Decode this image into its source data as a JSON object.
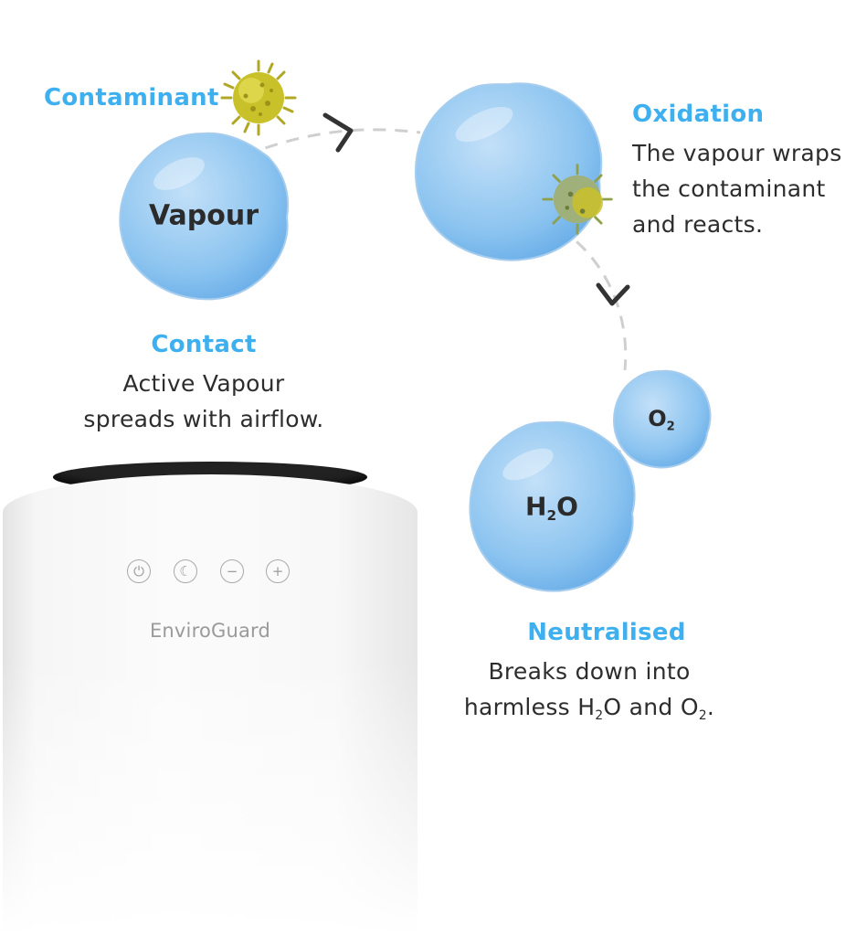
{
  "steps": {
    "contaminant": {
      "heading": "Contaminant"
    },
    "contact": {
      "heading": "Contact",
      "line1": "Active Vapour",
      "line2": "spreads with airflow."
    },
    "oxidation": {
      "heading": "Oxidation",
      "line1": "The vapour wraps",
      "line2": "the contaminant",
      "line3": "and reacts."
    },
    "neutralised": {
      "heading": "Neutralised",
      "line1": "Breaks down into",
      "line2_prefix": "harmless H",
      "line2_sub1": "2",
      "line2_mid": "O and O",
      "line2_sub2": "2",
      "line2_suffix": "."
    }
  },
  "bubbles": {
    "vapour": "Vapour",
    "o2": {
      "base": "O",
      "sub": "2"
    },
    "h2o": {
      "h": "H",
      "sub": "2",
      "o": "O"
    }
  },
  "device": {
    "brand": "EnviroGuard",
    "buttons": [
      {
        "name": "power",
        "icon": "power-icon",
        "glyph": "⏻"
      },
      {
        "name": "night",
        "icon": "moon-icon",
        "glyph": "☾"
      },
      {
        "name": "minus",
        "icon": "minus-icon",
        "glyph": "−"
      },
      {
        "name": "plus",
        "icon": "plus-icon",
        "glyph": "+"
      }
    ]
  },
  "colors": {
    "accent": "#3fb0ef",
    "bubble": "#8cc4f0",
    "text": "#2d2d2d",
    "contaminant": "#c9c12a"
  }
}
